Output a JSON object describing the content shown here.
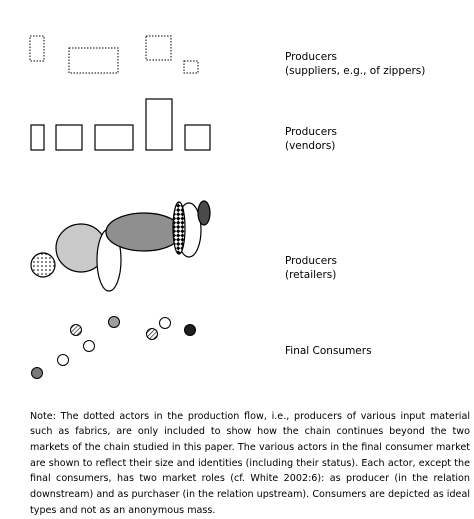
{
  "diagram": {
    "tiers": [
      {
        "id": "suppliers",
        "label_lines": [
          "Producers",
          "(suppliers, e.g., of zippers)"
        ]
      },
      {
        "id": "vendors",
        "label_lines": [
          "Producers",
          "(vendors)"
        ]
      },
      {
        "id": "retailers",
        "label_lines": [
          "Producers",
          "(retailers)"
        ]
      },
      {
        "id": "consumers",
        "label_lines": [
          "Final Consumers"
        ]
      }
    ]
  },
  "note": "Note: The dotted actors in the production flow, i.e., producers of various input material such as fabrics, are only included to show how the chain continues beyond the two markets of the chain studied in this paper. The various actors in the final consumer market are shown to reflect their size and identities (including their status). Each actor, except the final consumers, has two market roles (cf. White 2002:6): as producer (in the relation downstream) and as purchaser (in the relation upstream). Consumers are depicted as ideal types and not as an anonymous mass."
}
